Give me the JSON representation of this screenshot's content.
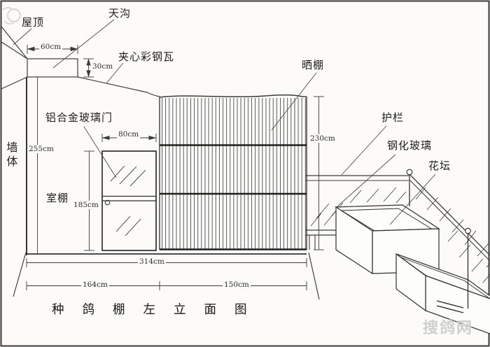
{
  "diagram": {
    "title": "种鸽棚左立面图",
    "labels": {
      "roof": "屋顶",
      "gutter": "天沟",
      "sandwich_steel_tile": "夹心彩钢瓦",
      "sun_shed": "晒棚",
      "guardrail": "护栏",
      "tempered_glass": "钢化玻璃",
      "flower_bed": "花坛",
      "aluminum_glass_door": "铝合金玻璃门",
      "wall": "墙体",
      "indoor_shed": "室棚"
    },
    "dimensions": {
      "gutter_width": "60cm",
      "gutter_height": "30cm",
      "wall_height": "255cm",
      "door_width": "80cm",
      "door_height": "185cm",
      "sun_shed_height": "230cm",
      "total_width": "314cm",
      "indoor_shed_width": "164cm",
      "sun_shed_width": "150cm"
    },
    "watermark": "搜鸽网",
    "colors": {
      "line": "#3c3c3c",
      "background": "#fcfbf9",
      "watermark": "#cfcfcf"
    }
  }
}
